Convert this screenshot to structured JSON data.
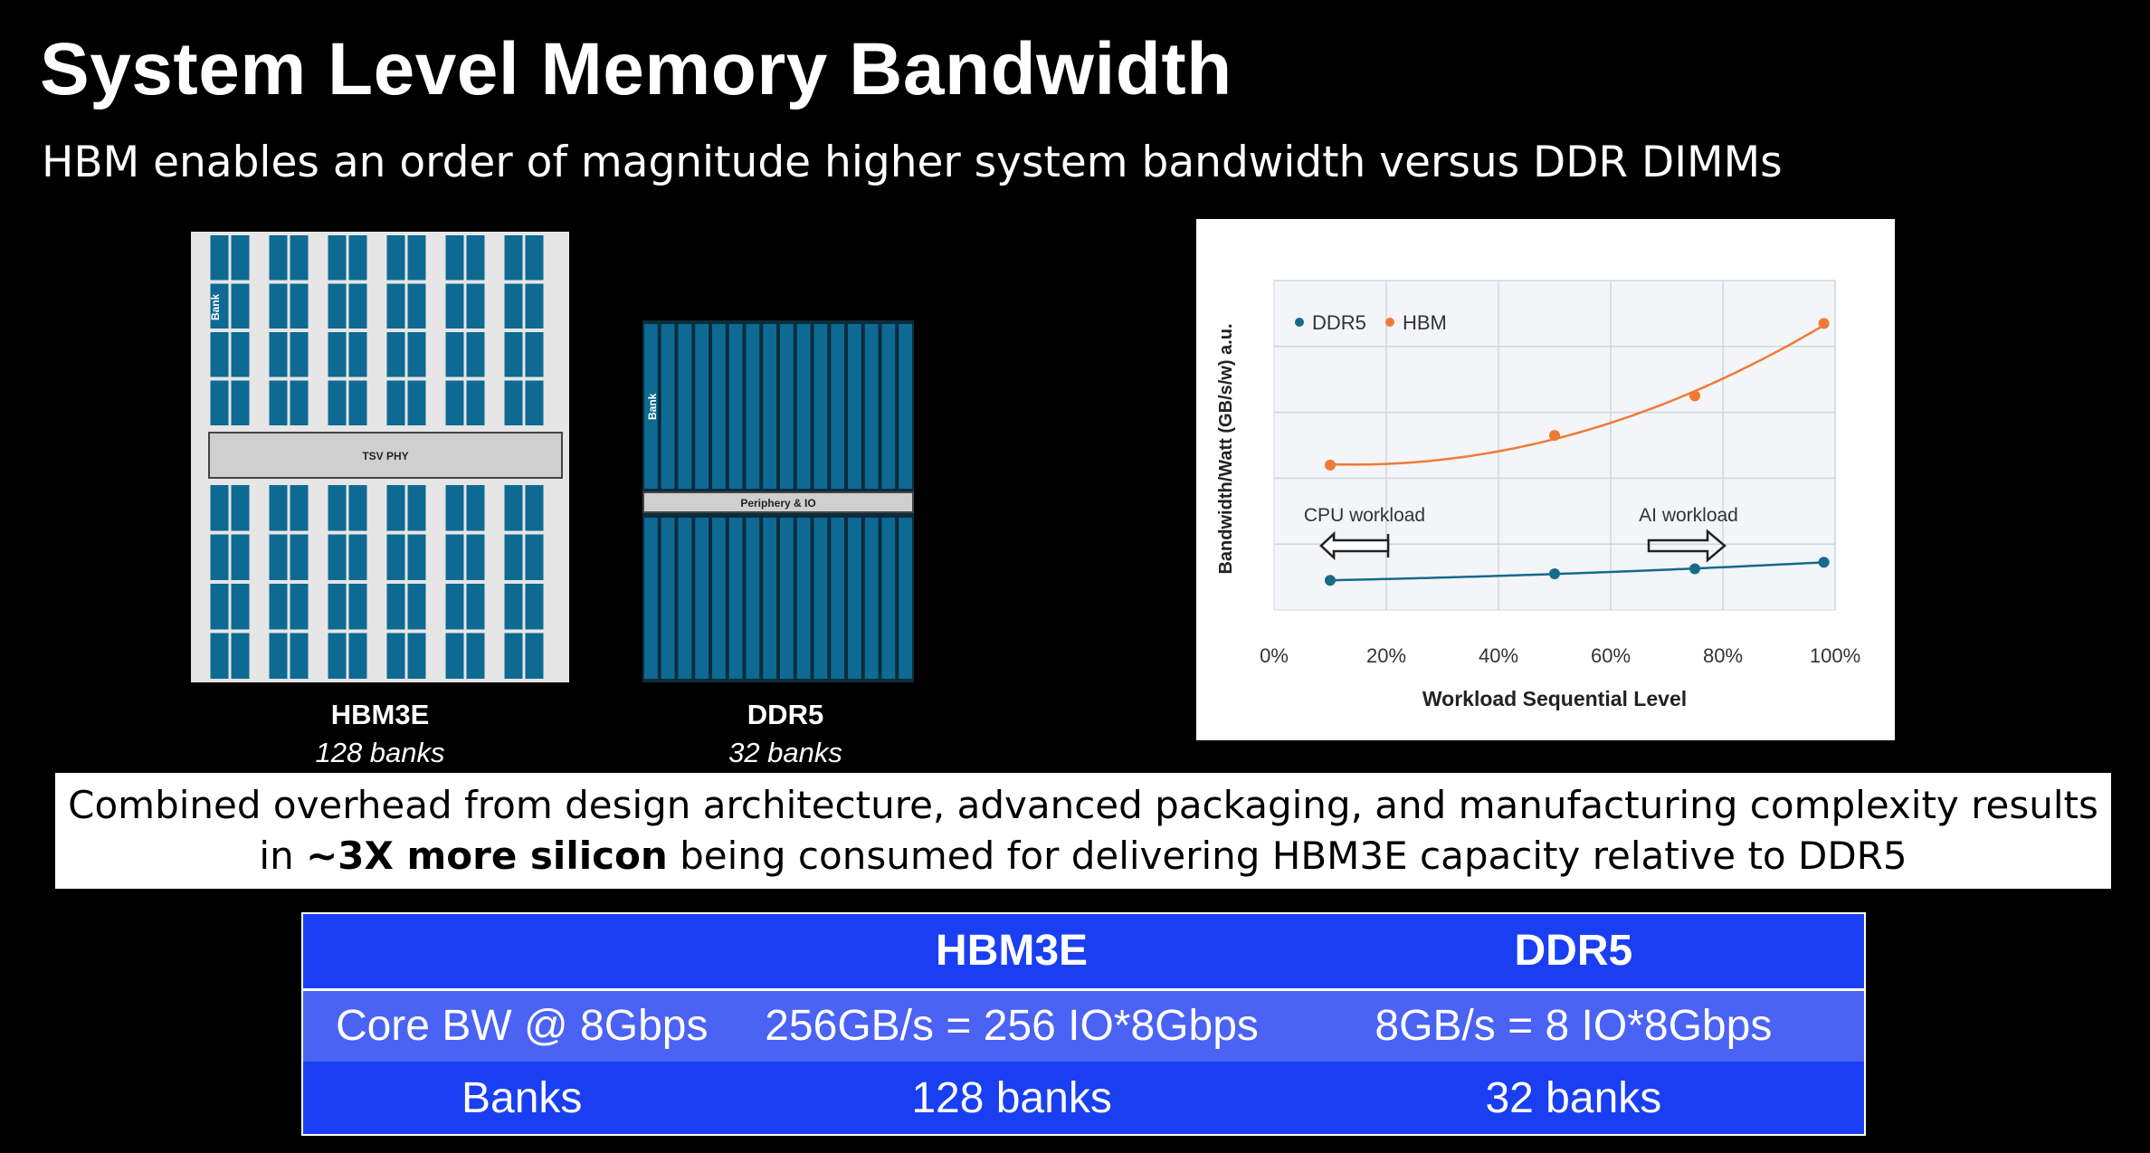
{
  "slide": {
    "title": "System Level Memory Bandwidth",
    "subtitle": "HBM enables an order of magnitude higher system bandwidth versus DDR DIMMs"
  },
  "dies": [
    {
      "name": "HBM3E",
      "banks": "128 banks",
      "bank_label": "Bank",
      "phy_label": "TSV PHY"
    },
    {
      "name": "DDR5",
      "banks": "32 banks",
      "bank_label": "Bank",
      "phy_label": "Periphery & IO"
    }
  ],
  "colors": {
    "bank_fill": "#0e6a92",
    "bank_dark": "#0b2c3c",
    "ddr5_series": "#176a8a",
    "hbm_series": "#f07a34",
    "table_blue": "#1a3ff2"
  },
  "chart_data": {
    "type": "line",
    "xlabel": "Workload Sequential Level",
    "ylabel": "Bandwidth/Watt (GB/s/w) a.u.",
    "x_ticks": [
      "0%",
      "20%",
      "40%",
      "60%",
      "80%",
      "100%"
    ],
    "xlim": [
      0,
      100
    ],
    "ylim": [
      0,
      10
    ],
    "grid": true,
    "legend_position": "top-left",
    "series": [
      {
        "name": "DDR5",
        "color": "#176a8a",
        "x": [
          10,
          50,
          75,
          98
        ],
        "y": [
          0.9,
          1.1,
          1.25,
          1.45
        ]
      },
      {
        "name": "HBM",
        "color": "#f07a34",
        "x": [
          10,
          50,
          75,
          98
        ],
        "y": [
          4.4,
          5.3,
          6.5,
          8.7
        ]
      }
    ],
    "annotations": [
      {
        "text": "CPU workload",
        "direction": "left"
      },
      {
        "text": "AI workload",
        "direction": "right"
      }
    ]
  },
  "callout": {
    "line1": "Combined overhead from design architecture, advanced packaging, and manufacturing complexity results",
    "line2_prefix": "in ",
    "line2_bold": "~3X more silicon",
    "line2_suffix": " being consumed for delivering HBM3E capacity relative to DDR5"
  },
  "table": {
    "headers": [
      "",
      "HBM3E",
      "DDR5"
    ],
    "rows": [
      [
        "Core BW @ 8Gbps",
        "256GB/s = 256 IO*8Gbps",
        "8GB/s = 8 IO*8Gbps"
      ],
      [
        "Banks",
        "128 banks",
        "32 banks"
      ]
    ]
  }
}
